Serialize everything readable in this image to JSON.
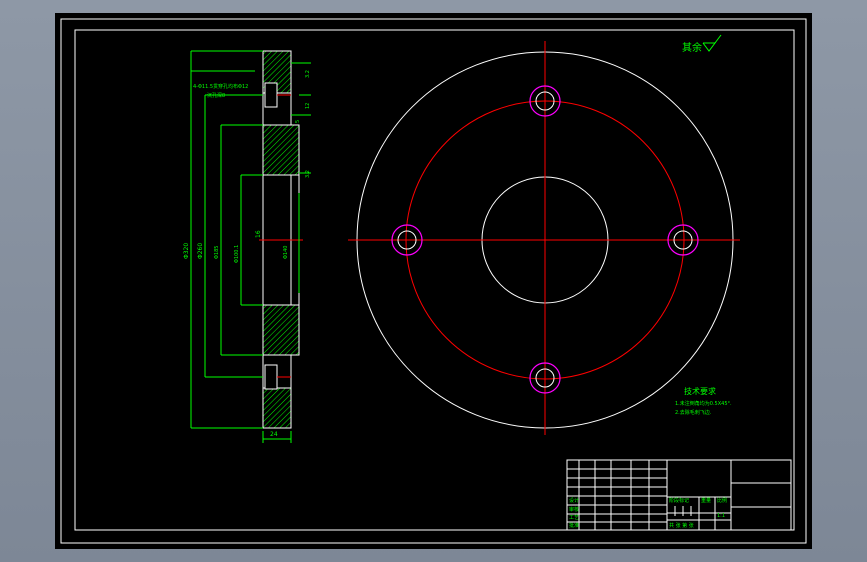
{
  "drawing": {
    "roughness_note": "其余",
    "tech_req": {
      "title": "技术要求",
      "items": [
        "1.未注倒角均为0.5X45°.",
        "2.去除毛刺飞边."
      ]
    },
    "section_labels": {
      "holes": "4-Φ11.5贯穿孔均布Φ12",
      "holes2": "沉孔深8",
      "dia_outer": "Φ320",
      "dia_bolt": "Φ260",
      "dia_a": "Φ185",
      "dia_b": "Φ100.1",
      "dia_c": "Φ140",
      "width_total": "24",
      "width_b": "16",
      "ra1": "3.2",
      "ra2": "3.2",
      "dim_small1": "12",
      "dim_small2": "5"
    },
    "title_block": {
      "scale": "1:1",
      "sheet": "共  张  第  张",
      "weight": "重量",
      "ratio": "比例",
      "designer": "设计",
      "checker": "审核",
      "process": "工艺",
      "approve": "批准",
      "stage": "阶段标记"
    }
  },
  "colors": {
    "sheet": "#000000",
    "frame": "#ffffff",
    "dimension": "#00ff00",
    "centerline": "#ff0000",
    "hole_ring": "#ff00ff",
    "hatch": "#00ff00"
  }
}
